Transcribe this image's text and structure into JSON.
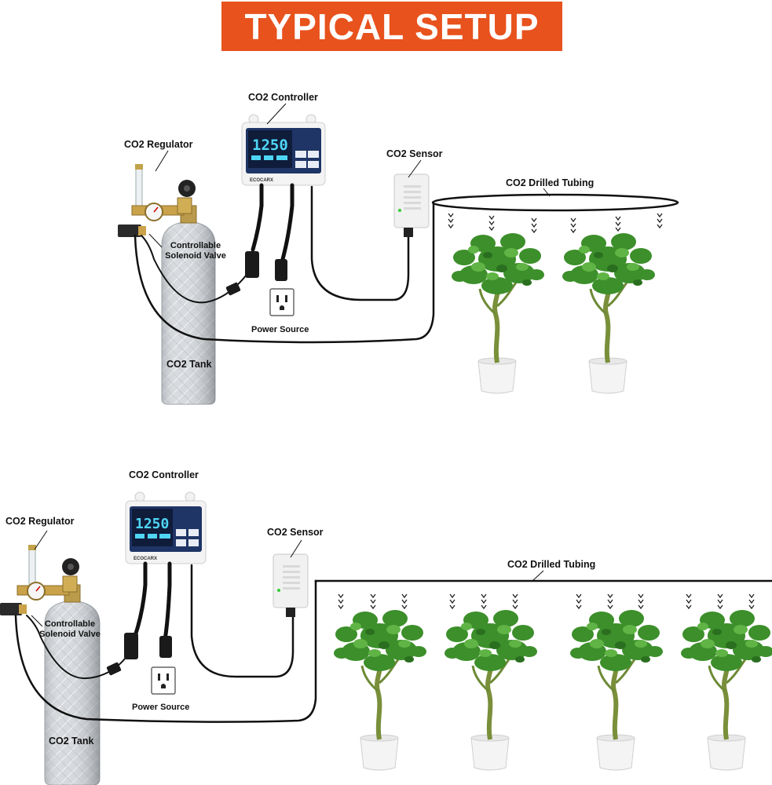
{
  "title": "TYPICAL SETUP",
  "brand": "ECOCARX",
  "display_reading": "1250",
  "setups": [
    {
      "controller_label": "CO2 Controller",
      "regulator_label": "CO2 Regulator",
      "solenoid_label_line1": "Controllable",
      "solenoid_label_line2": "Solenoid Valve",
      "sensor_label": "CO2 Sensor",
      "tubing_label": "CO2 Drilled Tubing",
      "power_label": "Power Source",
      "tank_label": "CO2 Tank",
      "plant_count": 2
    },
    {
      "controller_label": "CO2 Controller",
      "regulator_label": "CO2 Regulator",
      "solenoid_label_line1": "Controllable",
      "solenoid_label_line2": "Solenoid Valve",
      "sensor_label": "CO2 Sensor",
      "tubing_label": "CO2 Drilled Tubing",
      "power_label": "Power Source",
      "tank_label": "CO2 Tank",
      "plant_count": 4
    }
  ],
  "colors": {
    "banner": "#e8521d",
    "tank": "#cfd2d6",
    "controller_screen": "#1f3566",
    "display_digits": "#4fd6f5",
    "leaf": "#3c8f2a",
    "cable": "#111111"
  }
}
